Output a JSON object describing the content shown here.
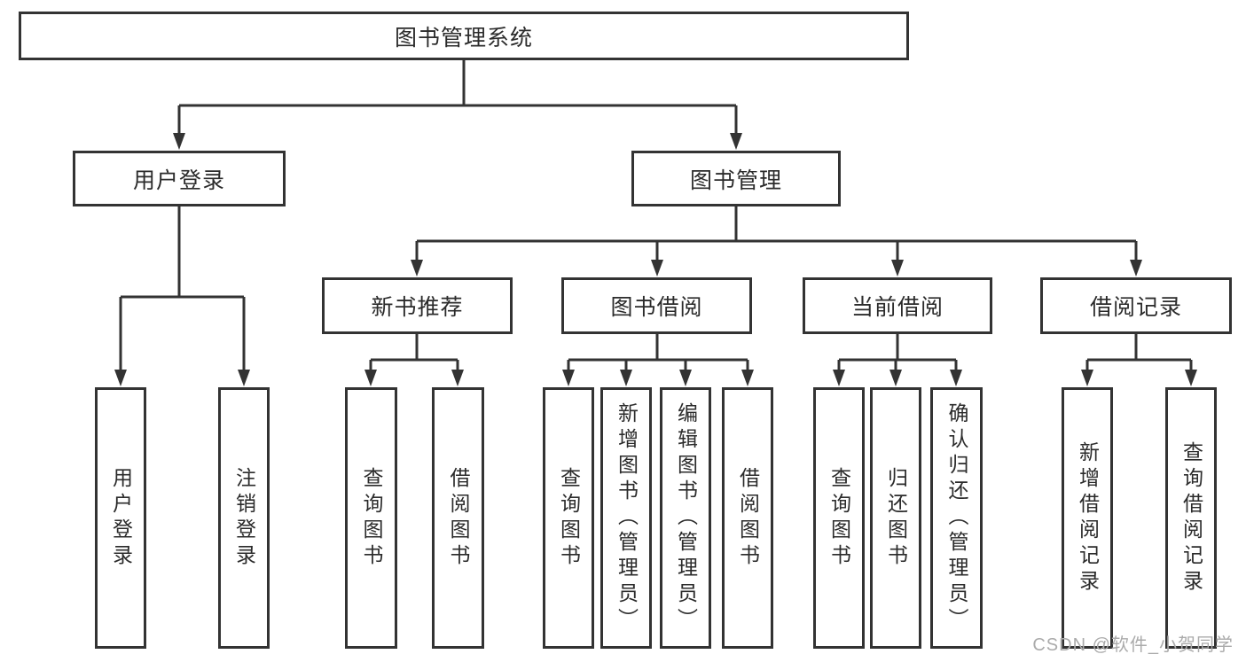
{
  "diagram": {
    "root": "图书管理系统",
    "level2": {
      "user_login": "用户登录",
      "book_management": "图书管理"
    },
    "level3": {
      "new_books": "新书推荐",
      "book_borrowing": "图书借阅",
      "current_borrowing": "当前借阅",
      "borrowing_records": "借阅记录"
    },
    "leaves": {
      "user_login": "用户登录",
      "logout": "注销登录",
      "newbooks_query": "查询图书",
      "newbooks_borrow": "借阅图书",
      "borrow_query": "查询图书",
      "borrow_add": "新增图书（管理员）",
      "borrow_edit": "编辑图书（管理员）",
      "borrow_borrow": "借阅图书",
      "current_query": "查询图书",
      "current_return": "归还图书",
      "current_confirm": "确认归还（管理员）",
      "records_add": "新增借阅记录",
      "records_query": "查询借阅记录"
    }
  },
  "watermark": "CSDN @软件_小贺同学",
  "colors": {
    "line": "#333333",
    "text": "#2b2b2b",
    "watermark": "#ababab",
    "background": "#ffffff"
  }
}
